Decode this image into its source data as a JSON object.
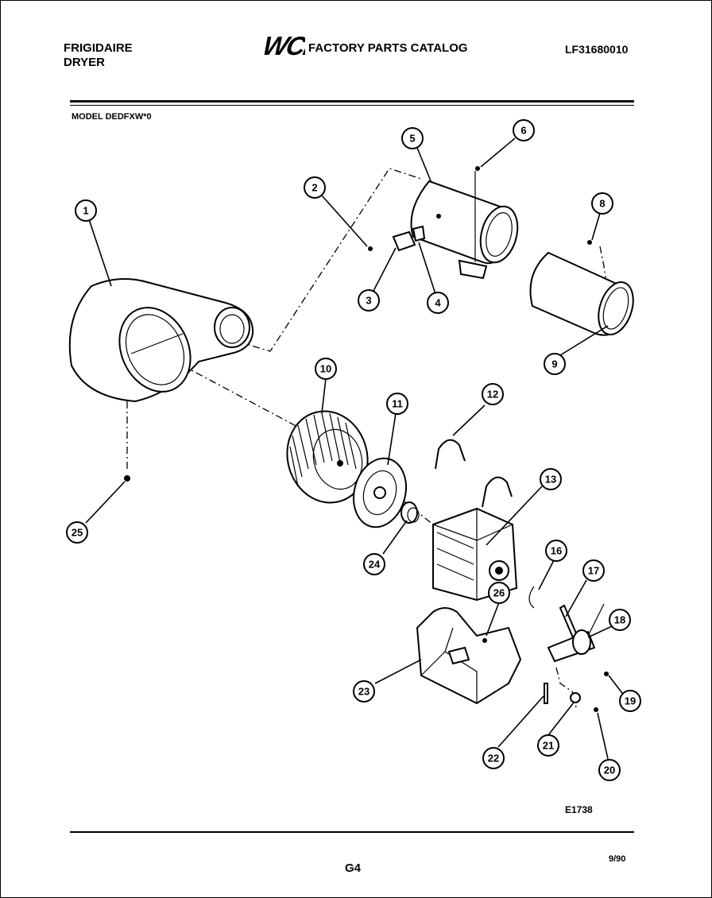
{
  "header": {
    "brand": "FRIGIDAIRE",
    "product": "DRYER",
    "catalog_title": "FACTORY PARTS CATALOG",
    "catalog_number": "LF31680010",
    "model_label": "MODEL DEDFXW*0",
    "logo": "WCI"
  },
  "diagram": {
    "callouts": [
      {
        "id": "1",
        "label": "1"
      },
      {
        "id": "2",
        "label": "2"
      },
      {
        "id": "3",
        "label": "3"
      },
      {
        "id": "4",
        "label": "4"
      },
      {
        "id": "5",
        "label": "5"
      },
      {
        "id": "6",
        "label": "6"
      },
      {
        "id": "8",
        "label": "8"
      },
      {
        "id": "9",
        "label": "9"
      },
      {
        "id": "10",
        "label": "10"
      },
      {
        "id": "11",
        "label": "11"
      },
      {
        "id": "12",
        "label": "12"
      },
      {
        "id": "13",
        "label": "13"
      },
      {
        "id": "16",
        "label": "16"
      },
      {
        "id": "17",
        "label": "17"
      },
      {
        "id": "18",
        "label": "18"
      },
      {
        "id": "19",
        "label": "19"
      },
      {
        "id": "20",
        "label": "20"
      },
      {
        "id": "21",
        "label": "21"
      },
      {
        "id": "22",
        "label": "22"
      },
      {
        "id": "23",
        "label": "23"
      },
      {
        "id": "24",
        "label": "24"
      },
      {
        "id": "25",
        "label": "25"
      },
      {
        "id": "26",
        "label": "26"
      }
    ],
    "figure_code": "E1738"
  },
  "footer": {
    "page": "G4",
    "date": "9/90"
  }
}
